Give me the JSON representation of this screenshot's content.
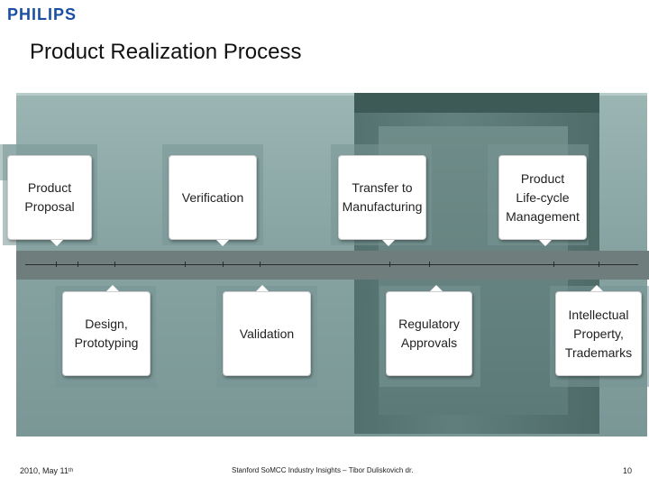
{
  "logo": "PHILIPS",
  "title": "Product Realization Process",
  "steps_top": [
    {
      "label": "Product\nProposal"
    },
    {
      "label": "Verification"
    },
    {
      "label": "Transfer to\nManufacturing"
    },
    {
      "label": "Product\nLife-cycle\nManagement"
    }
  ],
  "steps_bottom": [
    {
      "label": "Design,\nPrototyping"
    },
    {
      "label": "Validation"
    },
    {
      "label": "Regulatory\nApprovals"
    },
    {
      "label": "Intellectual\nProperty,\nTrademarks"
    }
  ],
  "footer": {
    "date": "2010, May 11ᵗʰ",
    "source": "Stanford SoMCC Industry Insights – Tibor Duliskovich dr.",
    "page": "10"
  },
  "colors": {
    "logo": "#1a4fa3",
    "panel": "#86a3a2",
    "band": "#6f7d7d",
    "box": "#ffffff"
  }
}
